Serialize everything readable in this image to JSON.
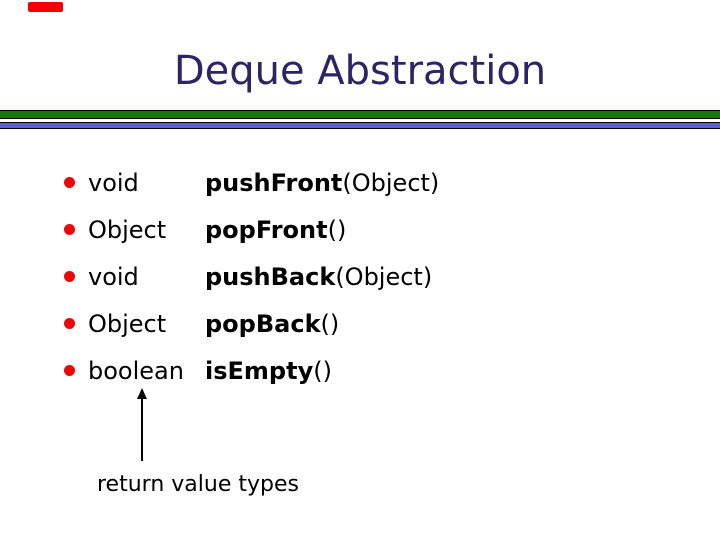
{
  "slide": {
    "title": "Deque Abstraction",
    "bullets": [
      {
        "return_type": "void",
        "method": "pushFront",
        "params": "(Object)"
      },
      {
        "return_type": "Object",
        "method": "popFront",
        "params": "()"
      },
      {
        "return_type": "void",
        "method": "pushBack",
        "params": "(Object)"
      },
      {
        "return_type": "Object",
        "method": "popBack",
        "params": "()"
      },
      {
        "return_type": "boolean",
        "method": "isEmpty",
        "params": "()"
      }
    ],
    "annotation": "return value types",
    "colors": {
      "title_text": "#2d2466",
      "body_text": "#000000",
      "bullet_dot": "#ee0606",
      "divider_green": "#0b7d0b",
      "divider_blue": "#5d5dd5",
      "corner_marker": "#f40000"
    }
  }
}
